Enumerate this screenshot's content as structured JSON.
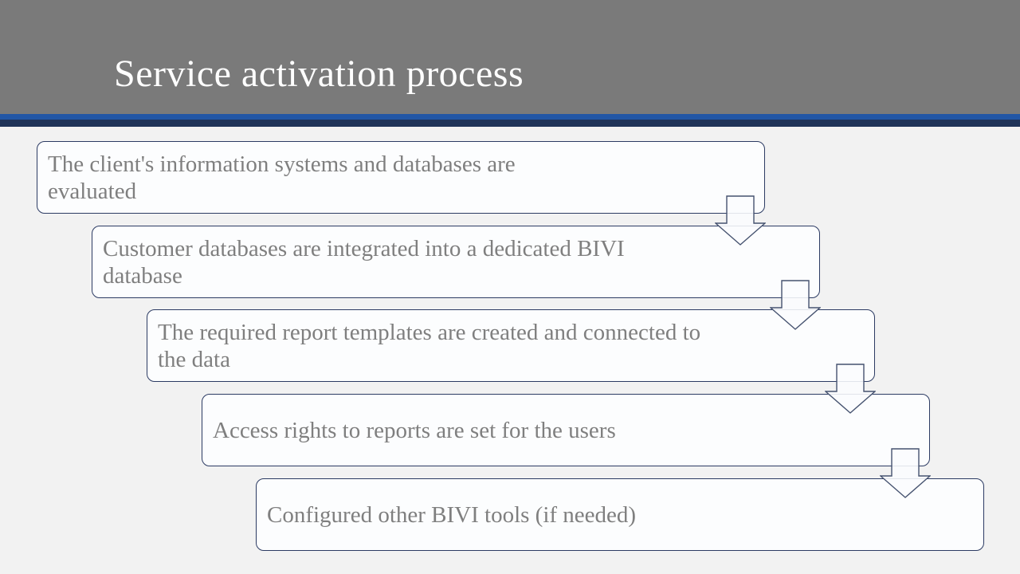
{
  "header": {
    "title": "Service activation process"
  },
  "steps": [
    {
      "label": "The client's information systems and databases are evaluated"
    },
    {
      "label": "Customer databases are integrated into a dedicated BIVI database"
    },
    {
      "label": "The required report templates are created and connected to the data"
    },
    {
      "label": "Access rights to reports are set for the users"
    },
    {
      "label": "Configured other BIVI tools (if needed)"
    }
  ],
  "colors": {
    "header-bg": "#7a7a7a",
    "stripe-blue": "#2256a5",
    "stripe-navy": "#203459",
    "slide-bg": "#f2f2f2",
    "box-border": "#2c3b63",
    "box-fill": "#fcfdfe",
    "body-text": "#7f7f7f",
    "title-text": "#ffffff"
  }
}
